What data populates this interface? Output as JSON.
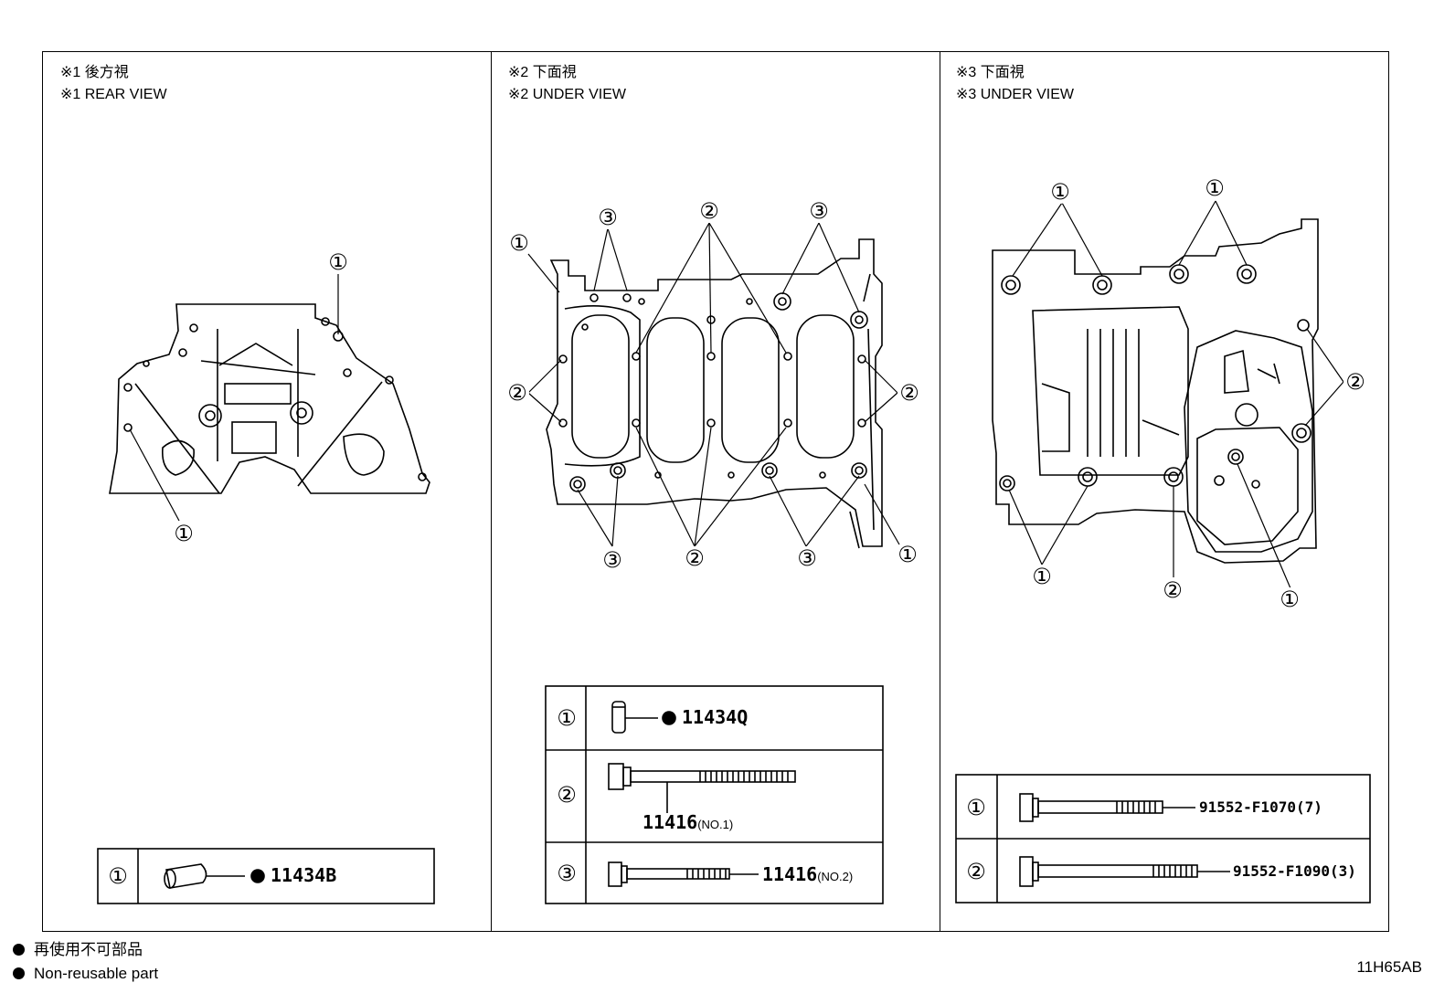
{
  "panels": [
    {
      "id": "rear",
      "title_jp": "※1 後方視",
      "title_en": "※1 REAR VIEW",
      "callouts": [
        "①",
        "①"
      ],
      "parts": [
        {
          "num": "①",
          "part_no": "11434B",
          "non_reusable": true,
          "suffix": ""
        }
      ]
    },
    {
      "id": "under2",
      "title_jp": "※2 下面視",
      "title_en": "※2 UNDER VIEW",
      "callouts": [
        "①",
        "③",
        "②",
        "③",
        "②",
        "②",
        "③",
        "②",
        "③",
        "①"
      ],
      "parts": [
        {
          "num": "①",
          "part_no": "11434Q",
          "non_reusable": true,
          "suffix": ""
        },
        {
          "num": "②",
          "part_no": "11416",
          "non_reusable": false,
          "suffix": "(NO.1)"
        },
        {
          "num": "③",
          "part_no": "11416",
          "non_reusable": false,
          "suffix": "(NO.2)"
        }
      ]
    },
    {
      "id": "under3",
      "title_jp": "※3 下面視",
      "title_en": "※3 UNDER VIEW",
      "callouts": [
        "①",
        "①",
        "②",
        "①",
        "②",
        "①"
      ],
      "parts": [
        {
          "num": "①",
          "part_no": "91552-F1070(7)",
          "non_reusable": false,
          "suffix": ""
        },
        {
          "num": "②",
          "part_no": "91552-F1090(3)",
          "non_reusable": false,
          "suffix": ""
        }
      ]
    }
  ],
  "legend": {
    "jp": "再使用不可部品",
    "en": "Non-reusable part"
  },
  "drawing_code": "11H65AB"
}
